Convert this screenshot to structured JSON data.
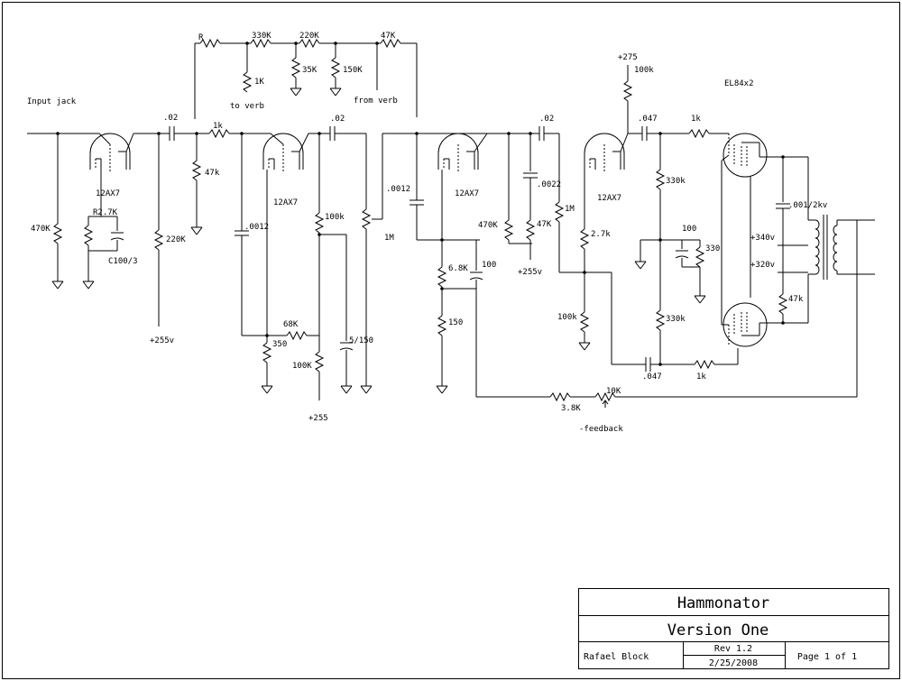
{
  "title_block": {
    "title": "Hammonator",
    "subtitle": "Version One",
    "author": "Rafael Block",
    "revision": "Rev 1.2",
    "date": "2/25/2008",
    "page": "Page 1 of 1"
  },
  "labels": {
    "input_jack": "Input jack",
    "to_verb": "to verb",
    "from_verb": "from verb",
    "feedback": "-feedback",
    "output_tube": "EL84x2",
    "tube_12ax7": "12AX7"
  },
  "components": {
    "r_in": "470K",
    "rk1": "R2.7K",
    "ck1": "C100/3",
    "c1": ".02",
    "rp1": "220K",
    "r1k": "1k",
    "r47k_a": "47k",
    "c0012a": ".0012",
    "r350": "350",
    "r68k": "68K",
    "r100k_a": "100k",
    "r100k_b": "100K",
    "c5_150": "5/150",
    "c2": ".02",
    "pot1m_a": "1M",
    "r_top": "R",
    "r330k_a": "330K",
    "r220k_top": "220K",
    "r47k_top": "47K",
    "r1k_verb": "1K",
    "r35k": "35K",
    "r150k": "150K",
    "c0012b": ".0012",
    "r68k_b": "6.8K",
    "c100_b": "100",
    "r150": "150",
    "r470k_b": "470K",
    "r47k_b": "47K",
    "c3": ".02",
    "c0022": ".0022",
    "r1m_b": "1M",
    "r2_7k": "2.7k",
    "r100k_c": "100k",
    "r100k_top": "100k",
    "c047a": ".047",
    "c047b": ".047",
    "r1k_g1": "1k",
    "r1k_g2": "1k",
    "r330k_b": "330k",
    "r330k_c": "330k",
    "c100_c": "100",
    "r330": "330",
    "c001": ".001/2kv",
    "r47k_c": "47k",
    "r3_8k": "3.8K",
    "pot10k": "10K"
  },
  "voltages": {
    "v255a": "+255v",
    "v255b": "+255",
    "v255c": "+255v",
    "v275": "+275",
    "v340": "+340v",
    "v320": "+320v"
  }
}
